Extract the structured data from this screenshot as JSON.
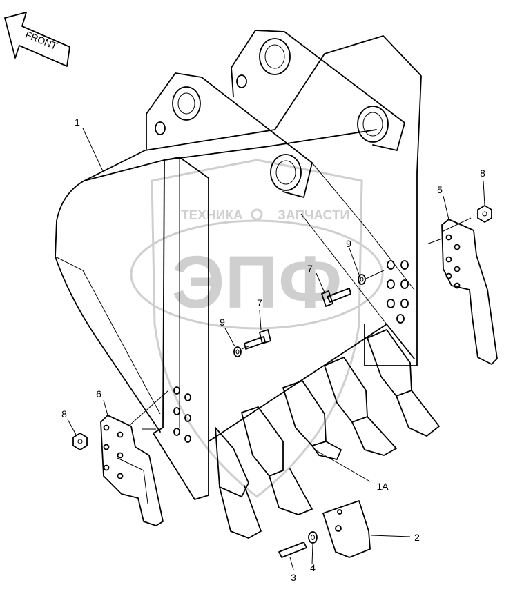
{
  "direction_label": "FRONT",
  "watermark": {
    "top_left": "ТЕХНИКА",
    "top_right": "ЗАПЧАСТИ",
    "monogram": "ЭПФ"
  },
  "callouts": {
    "c1": "1",
    "c1a": "1A",
    "c2": "2",
    "c3": "3",
    "c4": "4",
    "c5": "5",
    "c6": "6",
    "c7a": "7",
    "c7b": "7",
    "c8a": "8",
    "c8b": "8",
    "c9a": "9",
    "c9b": "9"
  }
}
